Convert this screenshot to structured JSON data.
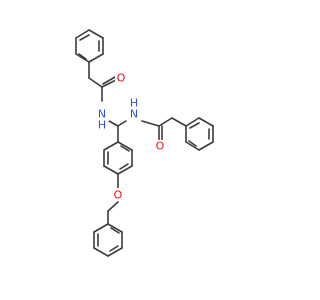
{
  "molecule": {
    "atoms": {
      "o1": {
        "symbol": "O",
        "color": "#ff0d0d"
      },
      "n1": {
        "symbol": "N",
        "color": "#3050f8"
      },
      "h1": {
        "symbol": "H",
        "color": "#3050f8"
      },
      "n2": {
        "symbol": "N",
        "color": "#3050f8"
      },
      "h2": {
        "symbol": "H",
        "color": "#3050f8"
      },
      "o2": {
        "symbol": "O",
        "color": "#ff0d0d"
      },
      "o3": {
        "symbol": "O",
        "color": "#ff0d0d"
      }
    },
    "bond_color": "#3b3b3b",
    "background": "#ffffff"
  }
}
